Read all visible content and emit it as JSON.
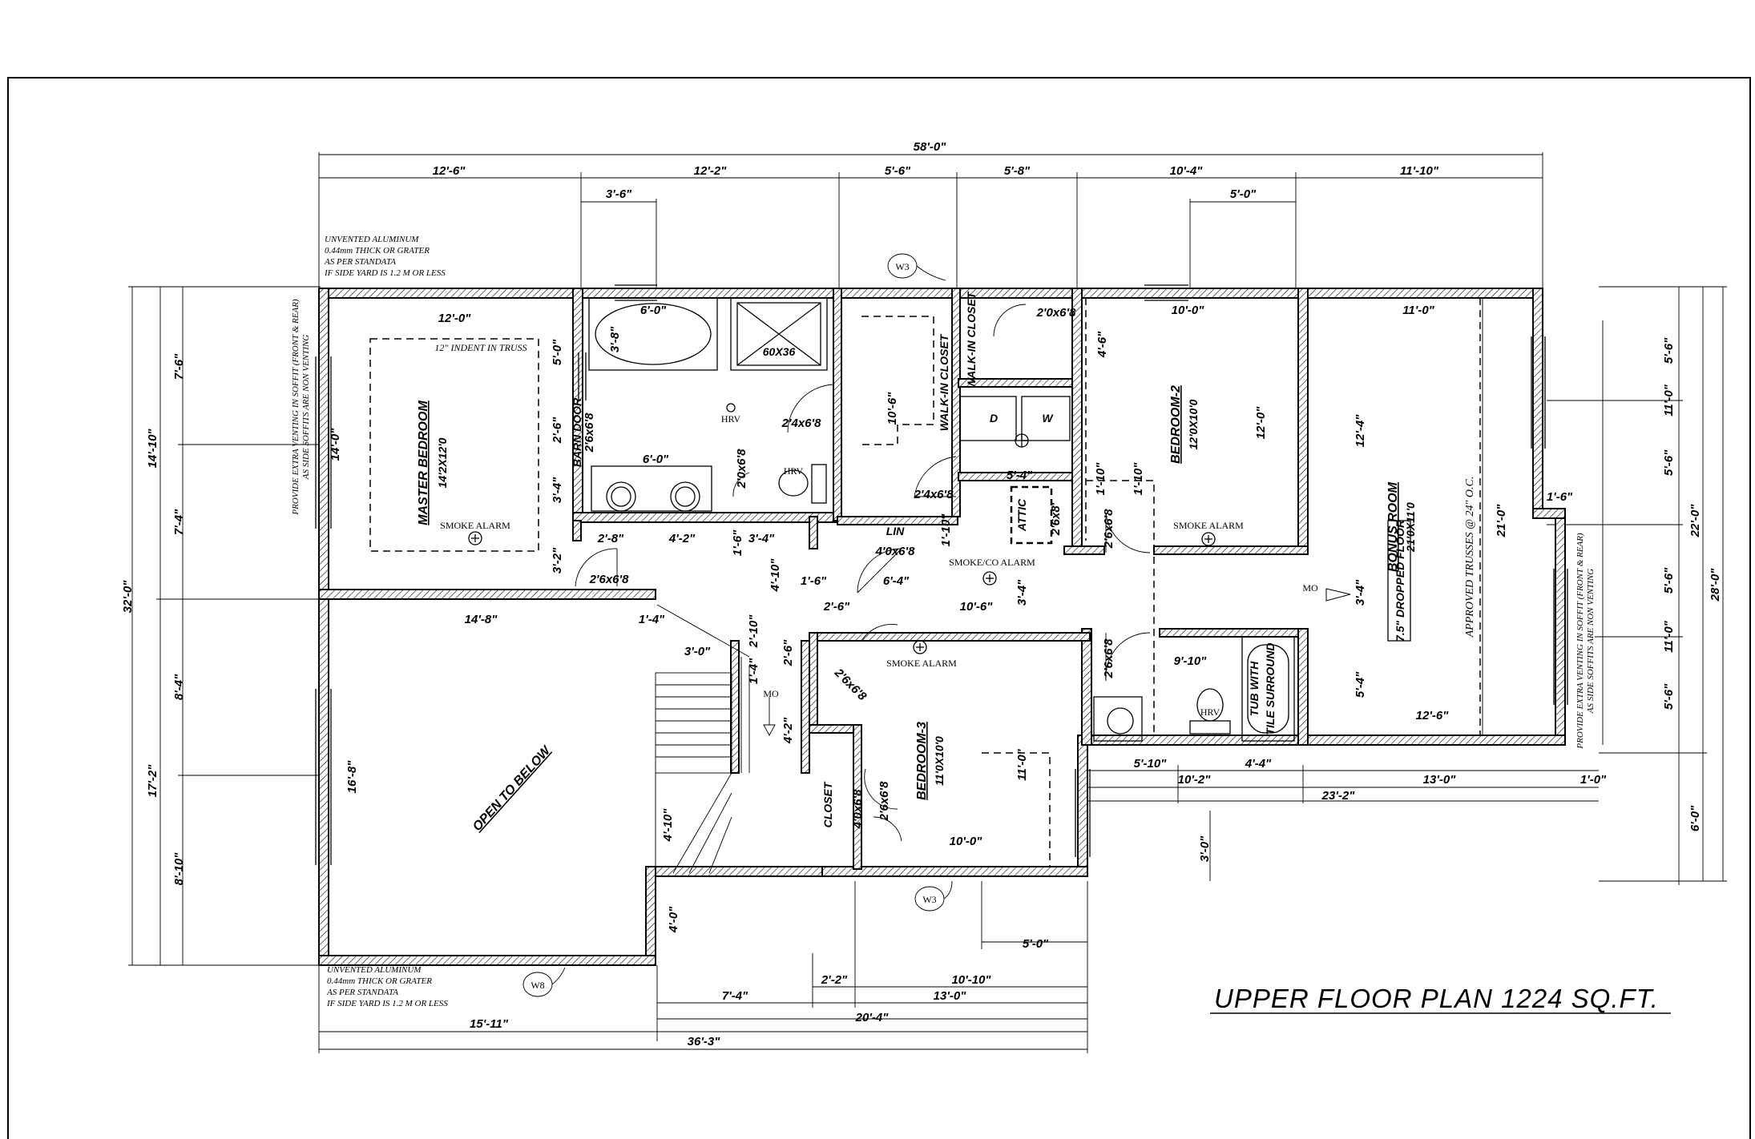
{
  "title": "UPPER FLOOR PLAN 1224 SQ.FT.",
  "rooms": {
    "master_bedroom": "MASTER BEDROOM",
    "master_bedroom_size": "14'2X12'0",
    "bedroom2": "BEDROOM-2",
    "bedroom2_size": "12'0X10'0",
    "bedroom3": "BEDROOM-3",
    "bedroom3_size": "11'0X10'0",
    "bonus_room": "BONUS ROOM",
    "bonus_room_size": "21'0X11'0",
    "open_to_below": "OPEN TO BELOW",
    "walk_in_closet_1": "WALK-IN CLOSET",
    "walk_in_closet_2": "WALK-IN CLOSET",
    "closet": "CLOSET",
    "lin": "LIN",
    "attic": "ATTIC",
    "tub": "TUB WITH",
    "tub_2": "TILE SURROUND",
    "dropped_floor": "7.5\" DROPPED FLOOR",
    "approved_trusses": "APPROVED TRUSSES @ 24\" O.C.",
    "indent_truss": "12\" INDENT IN TRUSS",
    "shower": "60X36",
    "barn_door": "BARN DOOR",
    "barn_door_size": "2'6x6'8",
    "dryer": "D",
    "washer": "W",
    "hrv_1": "HRV",
    "hrv_2": "HRV",
    "hrv_3": "HRV",
    "mo_1": "MO",
    "mo_2": "MO"
  },
  "alarms": {
    "master": "SMOKE ALARM",
    "bedroom2": "SMOKE ALARM",
    "bedroom3": "SMOKE ALARM",
    "hall": "SMOKE/CO ALARM"
  },
  "notes": {
    "top_left": [
      "UNVENTED ALUMINUM",
      "0.44mm THICK OR GRATER",
      "AS PER STANDATA",
      "IF SIDE YARD IS 1.2 M OR LESS"
    ],
    "bottom_left": [
      "UNVENTED ALUMINUM",
      "0.44mm THICK OR GRATER",
      "AS PER STANDATA",
      "IF SIDE YARD IS 1.2 M OR LESS"
    ],
    "left_vertical": [
      "PROVIDE EXTRA VENTING IN SOFFIT (FRONT & REAR)",
      "AS SIDE SOFFITS ARE NON VENTING"
    ],
    "right_vertical": [
      "PROVIDE EXTRA VENTING IN SOFFIT (FRONT & REAR)",
      "AS SIDE SOFFITS ARE NON VENTING"
    ]
  },
  "tags": {
    "w3_top": "W3",
    "w3_bottom": "W3",
    "w8": "W8"
  },
  "doors": {
    "d1": "2'0x6'8",
    "d2": "2'4x6'8",
    "d3": "2'0x6'8",
    "d4": "2'4x6'8",
    "d5": "4'0x6'8",
    "d6": "2'6x6'8",
    "d7": "2'6x6'8",
    "d8": "2'6x6'8",
    "d9": "2'6x6'8",
    "d10": "4'0x6'8",
    "d11": "2'6x8'",
    "d12": "2'6x6'8"
  },
  "dims": {
    "overall_top": "58'-0\"",
    "t1": "12'-6\"",
    "t2": "12'-2\"",
    "t3": "5'-6\"",
    "t4": "5'-8\"",
    "t5": "10'-4\"",
    "t6": "11'-10\"",
    "t7": "3'-6\"",
    "t8": "5'-0\"",
    "m1": "12'-0\"",
    "m2": "6'-0\"",
    "m3": "10'-0\"",
    "m4": "11'-0\"",
    "m5": "6'-0\"",
    "m6": "5'-4\"",
    "m7": "10'-6\"",
    "m8": "12'-0\"",
    "m9": "12'-4\"",
    "m10": "21'-0\"",
    "m11": "3'-8\"",
    "m12": "5'-0\"",
    "m13": "2'-6\"",
    "m14": "3'-4\"",
    "m15": "3'-2\"",
    "m16": "2'-8\"",
    "m17": "4'-2\"",
    "m18": "1'-6\"",
    "m19": "3'-4\"",
    "m20": "4'-10\"",
    "m21": "1'-10\"",
    "m22": "1'-10\"",
    "m23": "4'-6\"",
    "m24": "1'-6\"",
    "m25": "6'-4\"",
    "m26": "2'-6\"",
    "m27": "10'-6\"",
    "m28": "3'-4\"",
    "m29": "14'-0\"",
    "m30": "14'-8\"",
    "m31": "1'-4\"",
    "m32": "3'-0\"",
    "m33": "2'-10\"",
    "m34": "2'-6\"",
    "m35": "1'-4\"",
    "m36": "4'-2\"",
    "m37": "16'-8\"",
    "m38": "4'-10\"",
    "m39": "9'-10\"",
    "m40": "5'-4\"",
    "m41": "12'-6\"",
    "m42": "3'-4\"",
    "m43": "11'-0\"",
    "m44": "10'-0\"",
    "m45": "1'-6\"",
    "m46": "4'-0\"",
    "m47": "3'-0\"",
    "m48": "5'-0\"",
    "m49": "1'-10\"",
    "b1": "5'-10\"",
    "b2": "10'-2\"",
    "b3": "4'-4\"",
    "b4": "23'-2\"",
    "b5": "13'-0\"",
    "b6": "1'-0\"",
    "b7": "2'-2\"",
    "b8": "10'-10\"",
    "b9": "7'-4\"",
    "b10": "13'-0\"",
    "b11": "15'-11\"",
    "b12": "20'-4\"",
    "b13": "36'-3\"",
    "l1": "14'-10\"",
    "l2": "7'-6\"",
    "l3": "7'-4\"",
    "l4": "32'-0\"",
    "l5": "17'-2\"",
    "l6": "8'-4\"",
    "l7": "8'-10\"",
    "r1": "5'-6\"",
    "r2": "11'-0\"",
    "r3": "5'-6\"",
    "r4": "22'-0\"",
    "r5": "5'-6\"",
    "r6": "11'-0\"",
    "r7": "5'-6\"",
    "r8": "28'-0\"",
    "r9": "6'-0\""
  }
}
